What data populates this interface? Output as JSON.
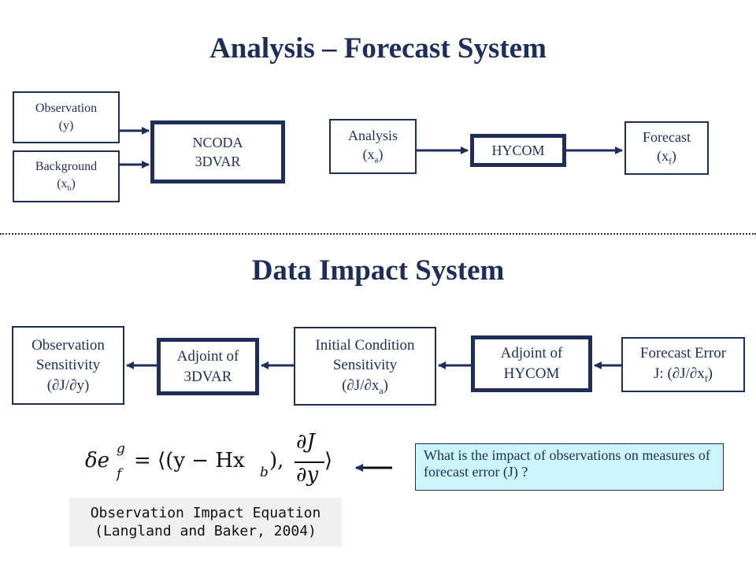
{
  "top": {
    "title": "Analysis – Forecast System",
    "observation": {
      "label": "Observation",
      "var": "(y)"
    },
    "background": {
      "label": "Background",
      "var_open": "(x",
      "var_sub": "b",
      "var_close": ")"
    },
    "ncoda": {
      "line1": "NCODA",
      "line2": "3DVAR"
    },
    "analysis": {
      "label": "Analysis",
      "var_open": "(x",
      "var_sub": "a",
      "var_close": ")"
    },
    "hycom": {
      "label": "HYCOM"
    },
    "forecast": {
      "label": "Forecast",
      "var_open": "(x",
      "var_sub": "f",
      "var_close": ")"
    }
  },
  "bottom": {
    "title": "Data Impact System",
    "obs_sensitivity": {
      "line1": "Observation",
      "line2": "Sensitivity",
      "var": "(∂J/∂y)"
    },
    "adjoint_3dvar": {
      "line1": "Adjoint of",
      "line2": "3DVAR"
    },
    "ic_sensitivity": {
      "line1": "Initial Condition",
      "line2": "Sensitivity",
      "var_open": "(∂J/∂x",
      "var_sub": "a",
      "var_close": ")"
    },
    "adjoint_hycom": {
      "line1": "Adjoint of",
      "line2": "HYCOM"
    },
    "forecast_error": {
      "line1": "Forecast Error",
      "var_open": "J: (∂J/∂x",
      "var_sub": "f",
      "var_close": ")"
    }
  },
  "equation": {
    "lhs": "δe",
    "lhs_sup": "g",
    "lhs_sub": "f",
    "eq": "= ⟨(y − Hx",
    "x_sub": "b",
    "close_paren": "),",
    "frac_num": "∂J",
    "frac_den": "∂y",
    "close_angle": "⟩"
  },
  "caption": {
    "line1": "Observation Impact Equation",
    "line2": "(Langland and Baker, 2004)"
  },
  "question": "What is the impact of observations on measures of forecast error (J) ?",
  "colors": {
    "navy": "#1f2d5a",
    "question_bg": "#ccf5fb",
    "caption_bg": "#f0f0f0"
  }
}
